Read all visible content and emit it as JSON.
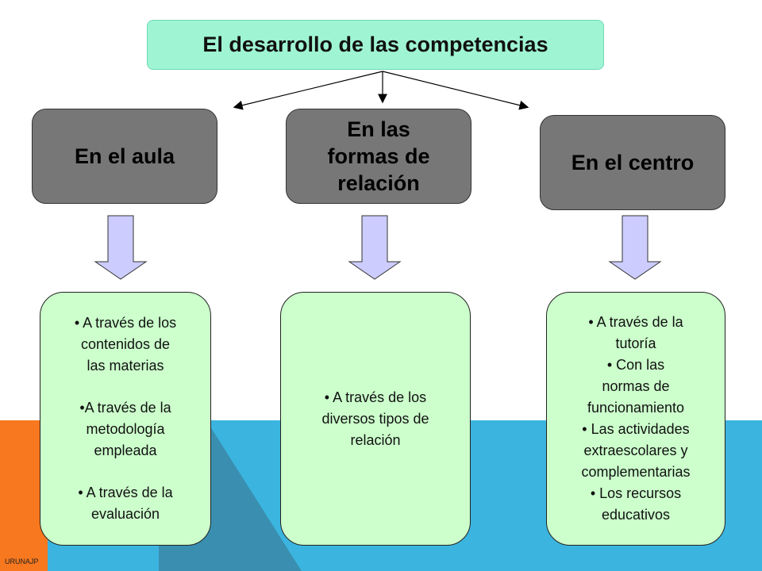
{
  "title": "El desarrollo de las competencias",
  "categories": [
    {
      "label_lines": [
        "En el aula"
      ]
    },
    {
      "label_lines": [
        "En las",
        "formas de",
        "relación"
      ]
    },
    {
      "label_lines": [
        "En el centro"
      ]
    }
  ],
  "details": {
    "aula": [
      [
        "• A través de los",
        "contenidos de",
        "las materias"
      ],
      [
        "•A través de la",
        "metodología",
        "empleada"
      ],
      [
        "• A través de la",
        "evaluación"
      ]
    ],
    "relacion": [
      [
        "• A través de los",
        "diversos tipos de",
        "relación"
      ]
    ],
    "centro": [
      [
        "• A través de la",
        "tutoría"
      ],
      [
        "• Con las",
        "normas de",
        "funcionamiento"
      ],
      [
        "• Las actividades",
        "extraescolares y",
        "complementarias"
      ],
      [
        "• Los recursos",
        "educativos"
      ]
    ]
  },
  "footer": "URUNAJP",
  "colors": {
    "title_fill": "#9ff5d3",
    "category_fill": "#777777",
    "detail_fill": "#ccffcc",
    "arrow_fill": "#ccccff",
    "bg_blue": "#3bb5e0",
    "bg_orange": "#f7781e",
    "bg_teal": "#3a8fb0"
  }
}
